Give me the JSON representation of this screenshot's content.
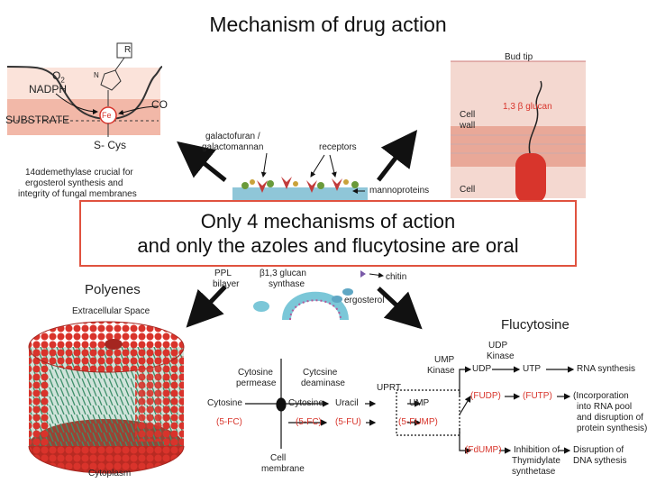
{
  "title": "Mechanism of drug action",
  "callout": {
    "line1": "Only 4 mechanisms of action",
    "line2": "and only the azoles and flucytosine are oral"
  },
  "azole_panel": {
    "r": "R",
    "o2": "O",
    "o2_sub": "2",
    "nadph": "NADPH",
    "co": "CO",
    "substrate": "SUBSTRATE",
    "fe": "Fe",
    "scys": "S- Cys",
    "n": "N",
    "caption1": "14αdemethylase crucial for",
    "caption2": "ergosterol synthesis and",
    "caption3": "integrity of fungal membranes"
  },
  "budtip_panel": {
    "bud_tip": "Bud tip",
    "cell_wall": "Cell wall",
    "glucan": "1,3 β glucan",
    "cell": "Cell"
  },
  "center_labels": {
    "galactofuran": "galactofuran /",
    "galactomannan": "galactomannan",
    "receptors": "receptors",
    "mannoproteins": "mannoproteins",
    "ppl": "PPL",
    "bilayer": "bilayer",
    "glucan_synthase1": "β1,3 glucan",
    "glucan_synthase2": "synthase",
    "chitin": "chitin",
    "ergosterol": "ergosterol"
  },
  "polyenes": {
    "heading": "Polyenes",
    "extracellular": "Extracellular Space",
    "cytoplasm": "Cytoplasm"
  },
  "flucytosine": {
    "heading": "Flucytosine",
    "cytosine_permease1": "Cytosine",
    "cytosine_permease2": "permease",
    "cytosine_left": "Cytosine",
    "fc_left": "(5-FC)",
    "cell_membrane1": "Cell",
    "cell_membrane2": "membrane",
    "cytosine_deaminase1": "Cytcsine",
    "cytosine_deaminase2": "deaminase",
    "cytosine_right": "Cytosine",
    "fc_right": "(5-FC)",
    "uracil": "Uracil",
    "fu": "(5-FU)",
    "uprt": "UPRT",
    "ump": "UMP",
    "fump": "(5-FUMP)",
    "ump_kinase1": "UMP",
    "ump_kinase2": "Kinase",
    "udp_kinase1": "UDP",
    "udp_kinase2": "Kinase",
    "udp": "UDP",
    "utp": "UTP",
    "rna_synthesis": "RNA synthesis",
    "fudp": "(FUDP)",
    "futp": "(FUTP)",
    "incorporation1": "(Incorporation",
    "incorporation2": "into RNA pool",
    "incorporation3": "and disruption of",
    "incorporation4": "protein synthesis)",
    "fdump": "(FdUMP)",
    "inhibition1": "Inhibition of",
    "inhibition2": "Thymidylate",
    "inhibition3": "synthetase",
    "disruption1": "Disruption of",
    "disruption2": "DNA sythesis"
  },
  "colors": {
    "accent_red": "#d8352c",
    "membrane_pink": "#f2b8a8",
    "polyene_red": "#d9332b",
    "lipid_green": "#3f8f6b"
  }
}
